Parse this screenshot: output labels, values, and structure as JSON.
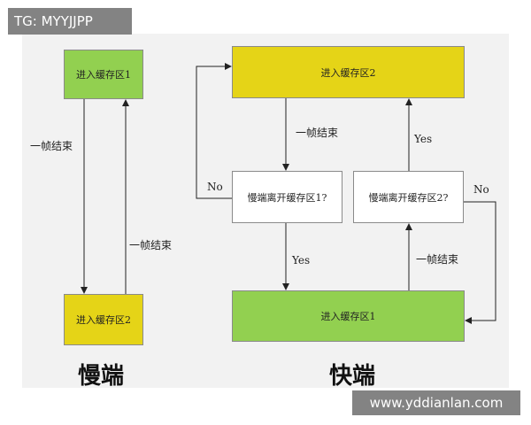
{
  "watermarks": {
    "top_left": "TG: MYYJJPP",
    "bottom_right": "www.yddianlan.com"
  },
  "slow": {
    "box_top": "进入缓存区1",
    "box_bottom": "进入缓存区2",
    "label_down": "一帧结束",
    "label_up": "一帧结束",
    "title": "慢端"
  },
  "fast": {
    "box_top": "进入缓存区2",
    "box_bottom": "进入缓存区1",
    "decision_left": "慢端离开缓存区1?",
    "decision_right": "慢端离开缓存区2?",
    "label_frame_end_top": "一帧结束",
    "label_frame_end_bottom": "一帧结束",
    "label_yes_left": "Yes",
    "label_yes_right": "Yes",
    "label_no_left": "No",
    "label_no_right": "No",
    "title": "快端"
  },
  "colors": {
    "green": "#92d050",
    "yellow": "#e5d417"
  }
}
